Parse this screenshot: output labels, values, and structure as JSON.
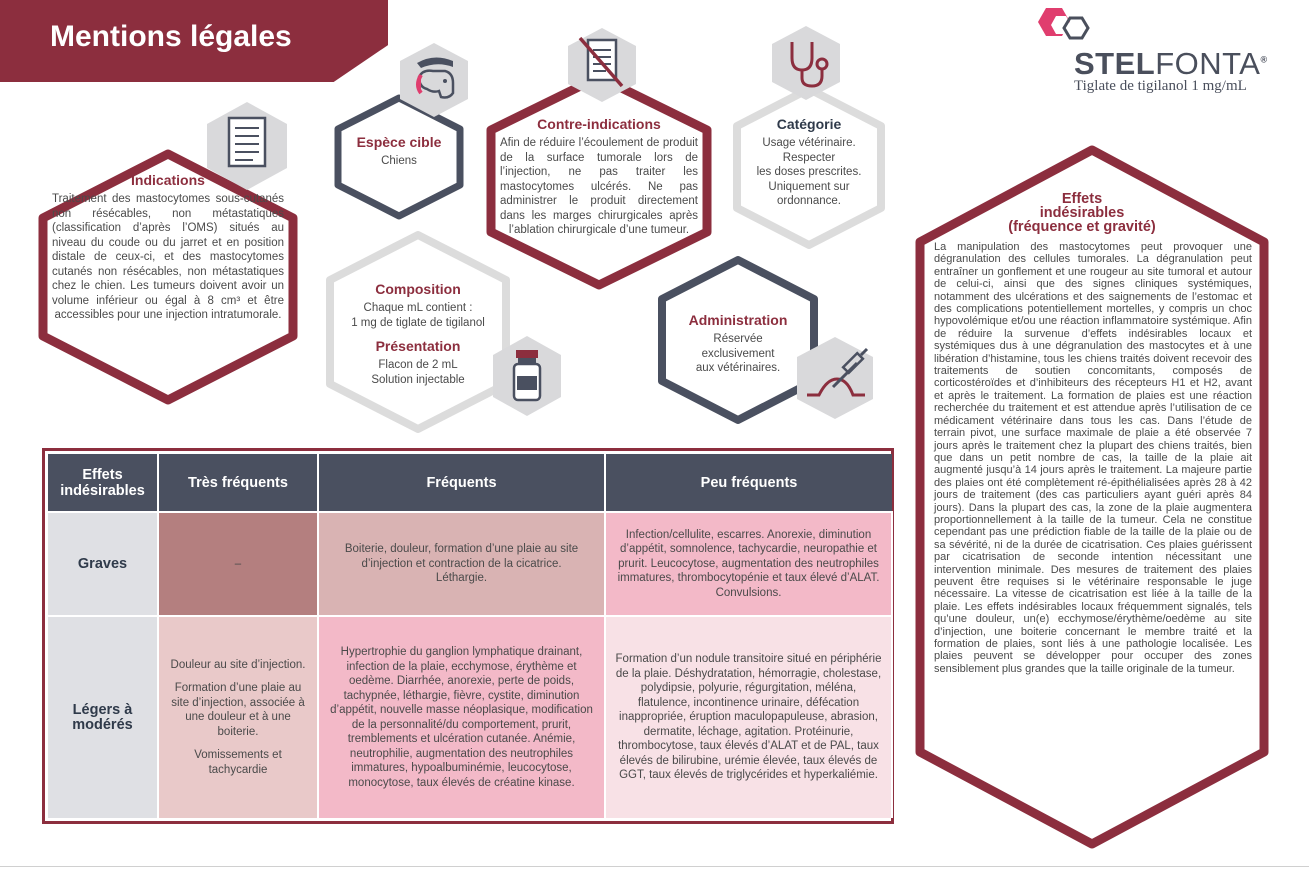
{
  "header": {
    "title": "Mentions légales",
    "brand_bold": "STEL",
    "brand_light": "FONTA",
    "brand_mark": "®",
    "tagline": "Tiglate de tigilanol 1 mg/mL"
  },
  "colors": {
    "burgundy": "#8c2e3e",
    "slate": "#4a5060",
    "grey_outline": "#dcdcdc",
    "pink": "#f3b9c8"
  },
  "icons": {
    "indications": "document-icon",
    "espece": "dog-hand-icon",
    "contre": "no-document-icon",
    "categorie": "stethoscope-icon",
    "presentation": "vial-icon",
    "administration": "syringe-icon"
  },
  "indications": {
    "title": "Indications",
    "text": "Traitement des mastocytomes sous-cutanés non résécables, non métastatiques (classification d’après l’OMS) situés au niveau du coude ou du jarret et en position distale de ceux-ci, et des mastocytomes cutanés non résécables, non métastatiques chez le chien. Les tumeurs doivent avoir un volume inférieur ou égal à 8 cm³ et être accessibles pour une injection intratumorale."
  },
  "espece": {
    "title": "Espèce cible",
    "text": "Chiens"
  },
  "contre": {
    "title": "Contre-indications",
    "text": "Afin de réduire l’écoulement de produit de la surface tumorale lors de l’injection, ne pas traiter les mastocytomes ulcérés. Ne pas administrer le produit directement dans les marges chirurgicales après l’ablation chirurgicale d’une tumeur."
  },
  "categorie": {
    "title": "Catégorie",
    "lines": [
      "Usage vétérinaire.",
      "Respecter",
      "les doses prescrites.",
      "Uniquement sur",
      "ordonnance."
    ]
  },
  "composition": {
    "title": "Composition",
    "lines": [
      "Chaque mL contient :",
      "1 mg de tiglate de tigilanol"
    ]
  },
  "presentation": {
    "title": "Présentation",
    "lines": [
      "Flacon de 2 mL",
      "Solution injectable"
    ]
  },
  "administration": {
    "title": "Administration",
    "lines": [
      "Réservée",
      "exclusivement",
      "aux vétérinaires."
    ]
  },
  "effects": {
    "title_lines": [
      "Effets",
      "indésirables",
      "(fréquence et gravité)"
    ],
    "text": "La manipulation des mastocytomes peut provoquer une dégranulation des cellules tumorales. La dégranulation peut entraîner un gonflement et une rougeur au site tumoral et autour de celui-ci, ainsi que des signes cliniques systémiques, notamment des ulcérations et des saignements de l’estomac et des complications potentiellement mortelles, y compris un choc hypovolémique et/ou une réaction inflammatoire systémique. Afin de réduire la survenue d’effets indésirables locaux et systémiques dus à une dégranulation des mastocytes et à une libération d’histamine, tous les chiens traités doivent recevoir des traitements de soutien concomitants, composés de corticostéroïdes et d’inhibiteurs des récepteurs H1 et H2, avant et après le traitement. La formation de plaies est une réaction recherchée du traitement et est attendue après l’utilisation de ce médicament vétérinaire dans tous les cas. Dans l’étude de terrain pivot, une surface maximale de plaie a été observée 7 jours après le traitement chez la plupart des chiens traités, bien que dans un petit nombre de cas, la taille de la plaie ait augmenté jusqu’à 14 jours après le traitement. La majeure partie des plaies ont été complètement ré-épithélialisées après 28 à 42 jours de traitement (des cas particuliers ayant guéri après 84 jours). Dans la plupart des cas, la zone de la plaie augmentera proportionnellement à la taille de la tumeur. Cela ne constitue cependant pas une prédiction fiable de la taille de la plaie ou de sa sévérité, ni de la durée de cicatrisation. Ces plaies guérissent par cicatrisation de seconde intention nécessitant une intervention minimale. Des mesures de traitement des plaies peuvent être requises si le vétérinaire responsable le juge nécessaire. La vitesse de cicatrisation est liée à la taille de la plaie. Les effets indésirables locaux fréquemment signalés, tels qu’une douleur, un(e) ecchymose/érythème/oedème au site d’injection, une boiterie concernant le membre traité et la formation de plaies, sont liés à une pathologie localisée. Les plaies peuvent se développer pour occuper des zones sensiblement plus grandes que la taille originale de la tumeur."
  },
  "table": {
    "headers": [
      "Effets indésirables",
      "Très fréquents",
      "Fréquents",
      "Peu fréquents"
    ],
    "graves": {
      "label": "Graves",
      "tres": "–",
      "frequents": [
        "Boiterie, douleur, formation d’une plaie au site d’injection et contraction de la cicatrice.",
        "Léthargie."
      ],
      "peu": "Infection/cellulite, escarres. Anorexie, diminution d’appétit, somnolence, tachycardie, neuropathie et prurit. Leucocytose, augmentation des neutrophiles immatures, thrombocytopénie et taux élevé d’ALAT. Convulsions."
    },
    "legers": {
      "label": "Légers à modérés",
      "tres": [
        "Douleur au site d’injection.",
        "Formation d’une plaie au site d’injection, associée à une douleur et à une boiterie.",
        "Vomissements et tachycardie"
      ],
      "frequents": "Hypertrophie du ganglion lymphatique drainant, infection de la plaie, ecchymose, érythème et oedème. Diarrhée, anorexie, perte de poids, tachypnée, léthargie, fièvre, cystite, diminution d’appétit, nouvelle masse néoplasique, modification de la personnalité/du comportement, prurit, tremblements et ulcération cutanée. Anémie, neutrophilie, augmentation des neutrophiles immatures, hypoalbuminémie, leucocytose, monocytose, taux élevés de créatine kinase.",
      "peu": "Formation d’un nodule transitoire situé en périphérie de la plaie. Déshydratation, hémorragie, cholestase, polydipsie, polyurie, régurgitation, méléna, flatulence, incontinence urinaire, défécation inappropriée, éruption maculopapuleuse, abrasion, dermatite, léchage, agitation. Protéinurie, thrombocytose, taux élevés d’ALAT et de PAL, taux élevés de bilirubine, urémie élevée, taux élevés de GGT, taux élevés de triglycérides et hyperkaliémie."
    }
  }
}
